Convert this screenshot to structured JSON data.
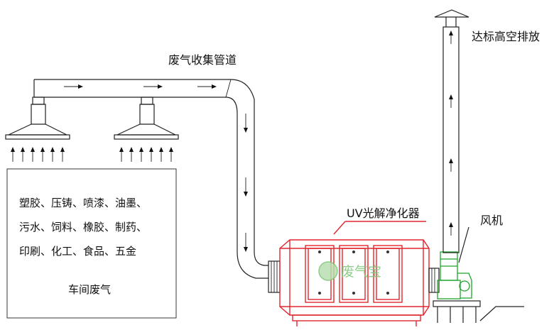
{
  "labels": {
    "exhaust_pipe": "废气收集管道",
    "uv_unit": "UV光解净化器",
    "fan": "风机",
    "stack": "达标高空排放",
    "workshop": "车间废气",
    "watermark": "废气宝"
  },
  "sources": [
    "塑胶、压铸、喷漆、油墨、",
    "污水、饲料、橡胶、制药、",
    "印刷、化工、食品、五金"
  ],
  "colors": {
    "outline": "#222222",
    "uv_unit": "#e0262e",
    "fan": "#1fa42b",
    "watermark": "#7cc576"
  }
}
